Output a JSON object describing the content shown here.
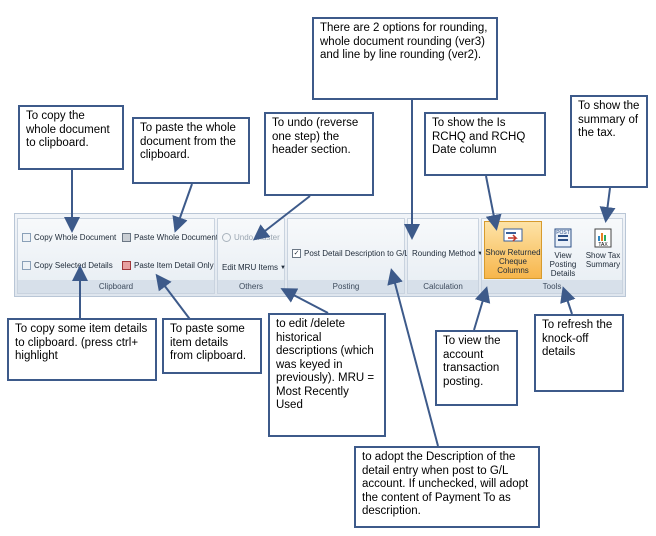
{
  "callouts": {
    "rounding": "There are 2 options for rounding, whole document rounding (ver3) and line by line rounding (ver2).",
    "copy_whole": "To copy the whole document to clipboard.",
    "paste_whole": "To paste the whole document from the clipboard.",
    "undo": "To undo (reverse one step) the header section.",
    "rchq": "To show the Is RCHQ and RCHQ Date column",
    "tax": "To show the summary of the tax.",
    "copy_selected": "To copy some item details to clipboard. (press ctrl+ highlight",
    "paste_item": "To paste some item details from clipboard.",
    "mru": "to edit /delete historical descriptions (which was keyed in previously). MRU = Most Recently Used",
    "view_posting": "To view the account transaction posting.",
    "refresh": "To refresh the knock-off details",
    "description": "to adopt the Description of the detail entry when post to G/L account. If unchecked, will adopt the content of Payment To as description."
  },
  "ribbon": {
    "clipboard": {
      "label": "Clipboard",
      "copy_whole": "Copy Whole Document",
      "copy_selected": "Copy Selected Details",
      "paste_whole": "Paste Whole Document",
      "paste_item": "Paste Item Detail Only"
    },
    "others": {
      "label": "Others",
      "undo_master": "Undo Master",
      "edit_mru": "Edit MRU Items"
    },
    "posting": {
      "label": "Posting",
      "post_detail": "Post Detail Description to G/L"
    },
    "calculation": {
      "label": "Calculation",
      "rounding_method": "Rounding Method"
    },
    "tools": {
      "label": "Tools",
      "show_returned": "Show Returned Cheque Columns",
      "view_posting": "View Posting Details",
      "show_tax": "Show Tax Summary",
      "post_icon_text": "POST",
      "tax_icon_text": "TAX"
    }
  },
  "colors": {
    "callout_border": "#3d5a8a",
    "arrow": "#3d5a8a",
    "highlight": "#f7b64c"
  }
}
